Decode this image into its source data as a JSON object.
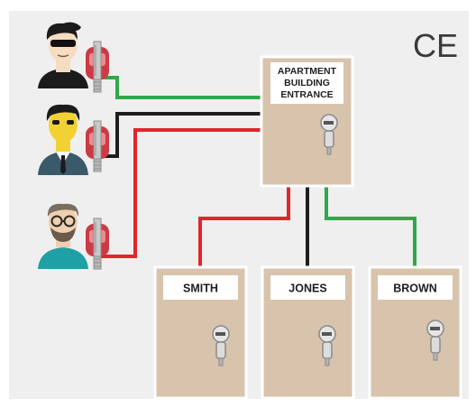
{
  "cert_mark": "CE",
  "entrance_door": {
    "label_lines": [
      "APARTMENT",
      "BUILDING",
      "ENTRANCE"
    ]
  },
  "apartments": [
    {
      "label": "SMITH"
    },
    {
      "label": "JONES"
    },
    {
      "label": "BROWN"
    }
  ],
  "key_holders": [
    {
      "icon": "person-with-sunglasses-icon",
      "wire_color": "#2ea84a"
    },
    {
      "icon": "person-with-tie-icon",
      "wire_color": "#1e1e1e"
    },
    {
      "icon": "person-with-glasses-and-beard-icon",
      "wire_color": "#e0262c"
    }
  ],
  "colors": {
    "door": "#d8c3ad",
    "door_border": "#ffffff",
    "wire_green": "#2ea84a",
    "wire_black": "#1e1e1e",
    "wire_red": "#e0262c",
    "key_red": "#cc3b43",
    "background": "#efefef"
  }
}
